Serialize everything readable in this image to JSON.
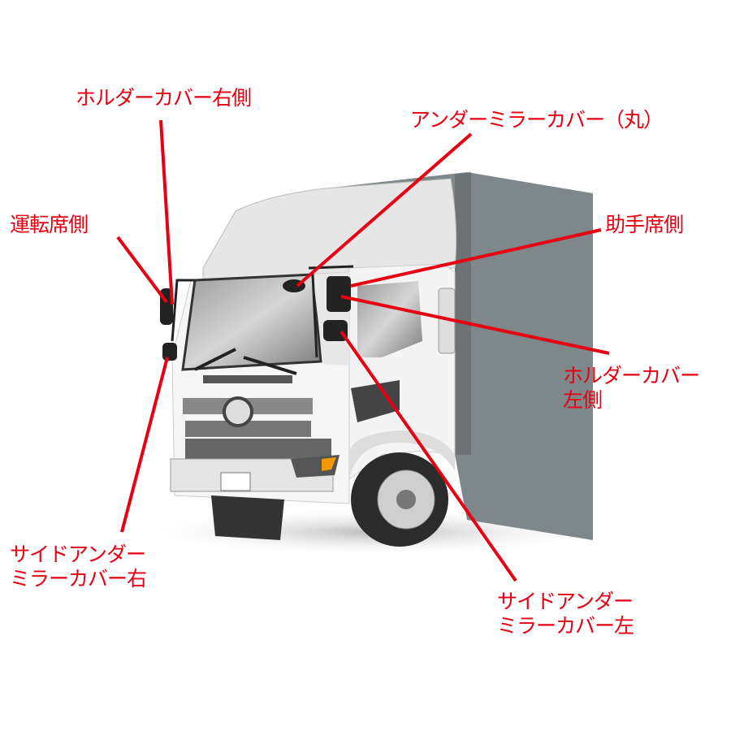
{
  "labels": {
    "holder_cover_right": "ホルダーカバー右側",
    "under_mirror_cover_round": "アンダーミラーカバー（丸）",
    "driver_side": "運転席側",
    "passenger_side": "助手席側",
    "holder_cover_left_line1": "ホルダーカバー",
    "holder_cover_left_line2": "左側",
    "side_under_mirror_right_line1": "サイドアンダー",
    "side_under_mirror_right_line2": "ミラーカバー右",
    "side_under_mirror_left_line1": "サイドアンダー",
    "side_under_mirror_left_line2": "ミラーカバー左"
  },
  "colors": {
    "label": "#e60012",
    "box": "#7e8789",
    "cab": "#f2f2f2"
  }
}
